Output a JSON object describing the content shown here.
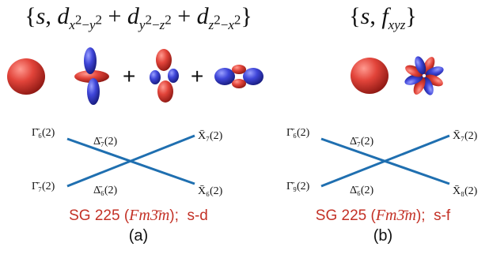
{
  "panel_a": {
    "basis_label": "{s, d_{x²−y²} + d_{y²−z²} + d_{z²−x²}}",
    "orbitals": [
      "s-orbital",
      "d-orbital",
      "d-orbital",
      "d-orbital"
    ],
    "operators": [
      "+",
      "+"
    ],
    "band_labels": {
      "top_left": "Γ̄₆(2)",
      "bottom_left": "Γ̄₇(2)",
      "top_middle": "Δ̄₇(2)",
      "bottom_middle": "Δ̄₆(2)",
      "top_right": "X̄₇(2)",
      "bottom_right": "X̄₆(2)"
    },
    "space_group": "SG 225 (Fm3̄m);  s-d",
    "caption": "(a)"
  },
  "panel_b": {
    "basis_label": "{s, f_{xyz}}",
    "orbitals": [
      "s-orbital",
      "f-orbital"
    ],
    "band_labels": {
      "top_left": "Γ̄₆(2)",
      "bottom_left": "Γ̄₉(2)",
      "top_middle": "Δ̄₇(2)",
      "bottom_middle": "Δ̄₆(2)",
      "top_right": "X̄₇(2)",
      "bottom_right": "X̄₈(2)"
    },
    "space_group": "SG 225 (Fm3̄m);  s-f",
    "caption": "(b)"
  },
  "colors": {
    "band_line": "#1f6fb0",
    "orbital_red": "#d8342c",
    "orbital_blue": "#3a3fcf",
    "space_group_text": "#c33126"
  }
}
